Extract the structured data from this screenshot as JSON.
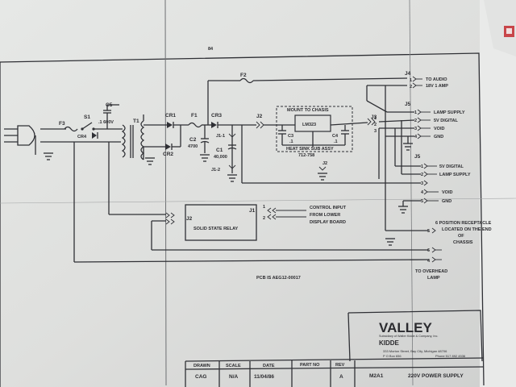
{
  "sheet": {
    "page_number": "84",
    "pcb_note": "PCB IS AEG12-00017"
  },
  "components": {
    "F3": "F3",
    "S1": "S1",
    "C5": "C5",
    "C5_val": ".1 600V",
    "CR4": "CR4",
    "T1": "T1",
    "CR1": "CR1",
    "CR2": "CR2",
    "F1": "F1",
    "CR3": "CR3",
    "C2": "C2",
    "C2_val": "4700",
    "C1": "C1",
    "C1_val": "40,000",
    "J1_1": "J1-1",
    "J1_2": "J1-2",
    "J2_top": "J2",
    "F2": "F2",
    "C3": "C3",
    "C3_val": ".1",
    "C4": "C4",
    "C4_val": ".1",
    "regulator": "LM323",
    "mount": "MOUNT TO CHASIS",
    "heatsink": "HEAT SINK SUB ASSY",
    "heatsink_pn": "712-758",
    "J2_under": "J2",
    "J3": "J3"
  },
  "connectors": {
    "J4": {
      "name": "J4",
      "pins": [
        "1",
        "2"
      ],
      "labels": [
        "TO AUDIO",
        "18V 1 AMP"
      ]
    },
    "J5a": {
      "name": "J5",
      "pins": [
        "1",
        "2",
        "3",
        "4"
      ],
      "labels": [
        "LAMP SUPPLY",
        "5V DIGITAL",
        "VOID",
        "GND"
      ]
    },
    "J5b": {
      "name": "J5",
      "pins": [
        "1",
        "2",
        "3",
        "4",
        "5"
      ],
      "labels": [
        "5V DIGITAL",
        "LAMP SUPPLY",
        "VOID",
        "GND"
      ]
    },
    "J3pins": [
      "1",
      "2",
      "3"
    ],
    "J1pins": [
      "1",
      "2"
    ],
    "receptacle": [
      "6 POSITION RECEPTACLE",
      "LOCATED ON THE END",
      "OF",
      "CHASSIS"
    ],
    "receptacle_pins": [
      "5",
      "6",
      "4"
    ],
    "overhead": [
      "TO OVERHEAD",
      "LAMP"
    ]
  },
  "relay": {
    "label": "SOLID STATE RELAY",
    "J2": "J2",
    "J1": "J1",
    "control": [
      "CONTROL INPUT",
      "FROM LOWER",
      "DISPLAY BOARD"
    ]
  },
  "title_block": {
    "company": "VALLEY",
    "subsidiary": "Subsidiary of Walter Kidde & Company, Inc.",
    "kidde": "KIDDE",
    "address": "333 Morton Street, Bay City, Michigan 48706",
    "pobox": "P O Box 656",
    "phone": "Phone 517 892 4536",
    "headers": [
      "DRAWN",
      "SCALE",
      "DATE",
      "PART NO",
      "REV"
    ],
    "values": [
      "CAG",
      "N/A",
      "11/04/86",
      "",
      "A"
    ],
    "drawing_no": "M2A1",
    "title": "220V POWER SUPPLY"
  }
}
